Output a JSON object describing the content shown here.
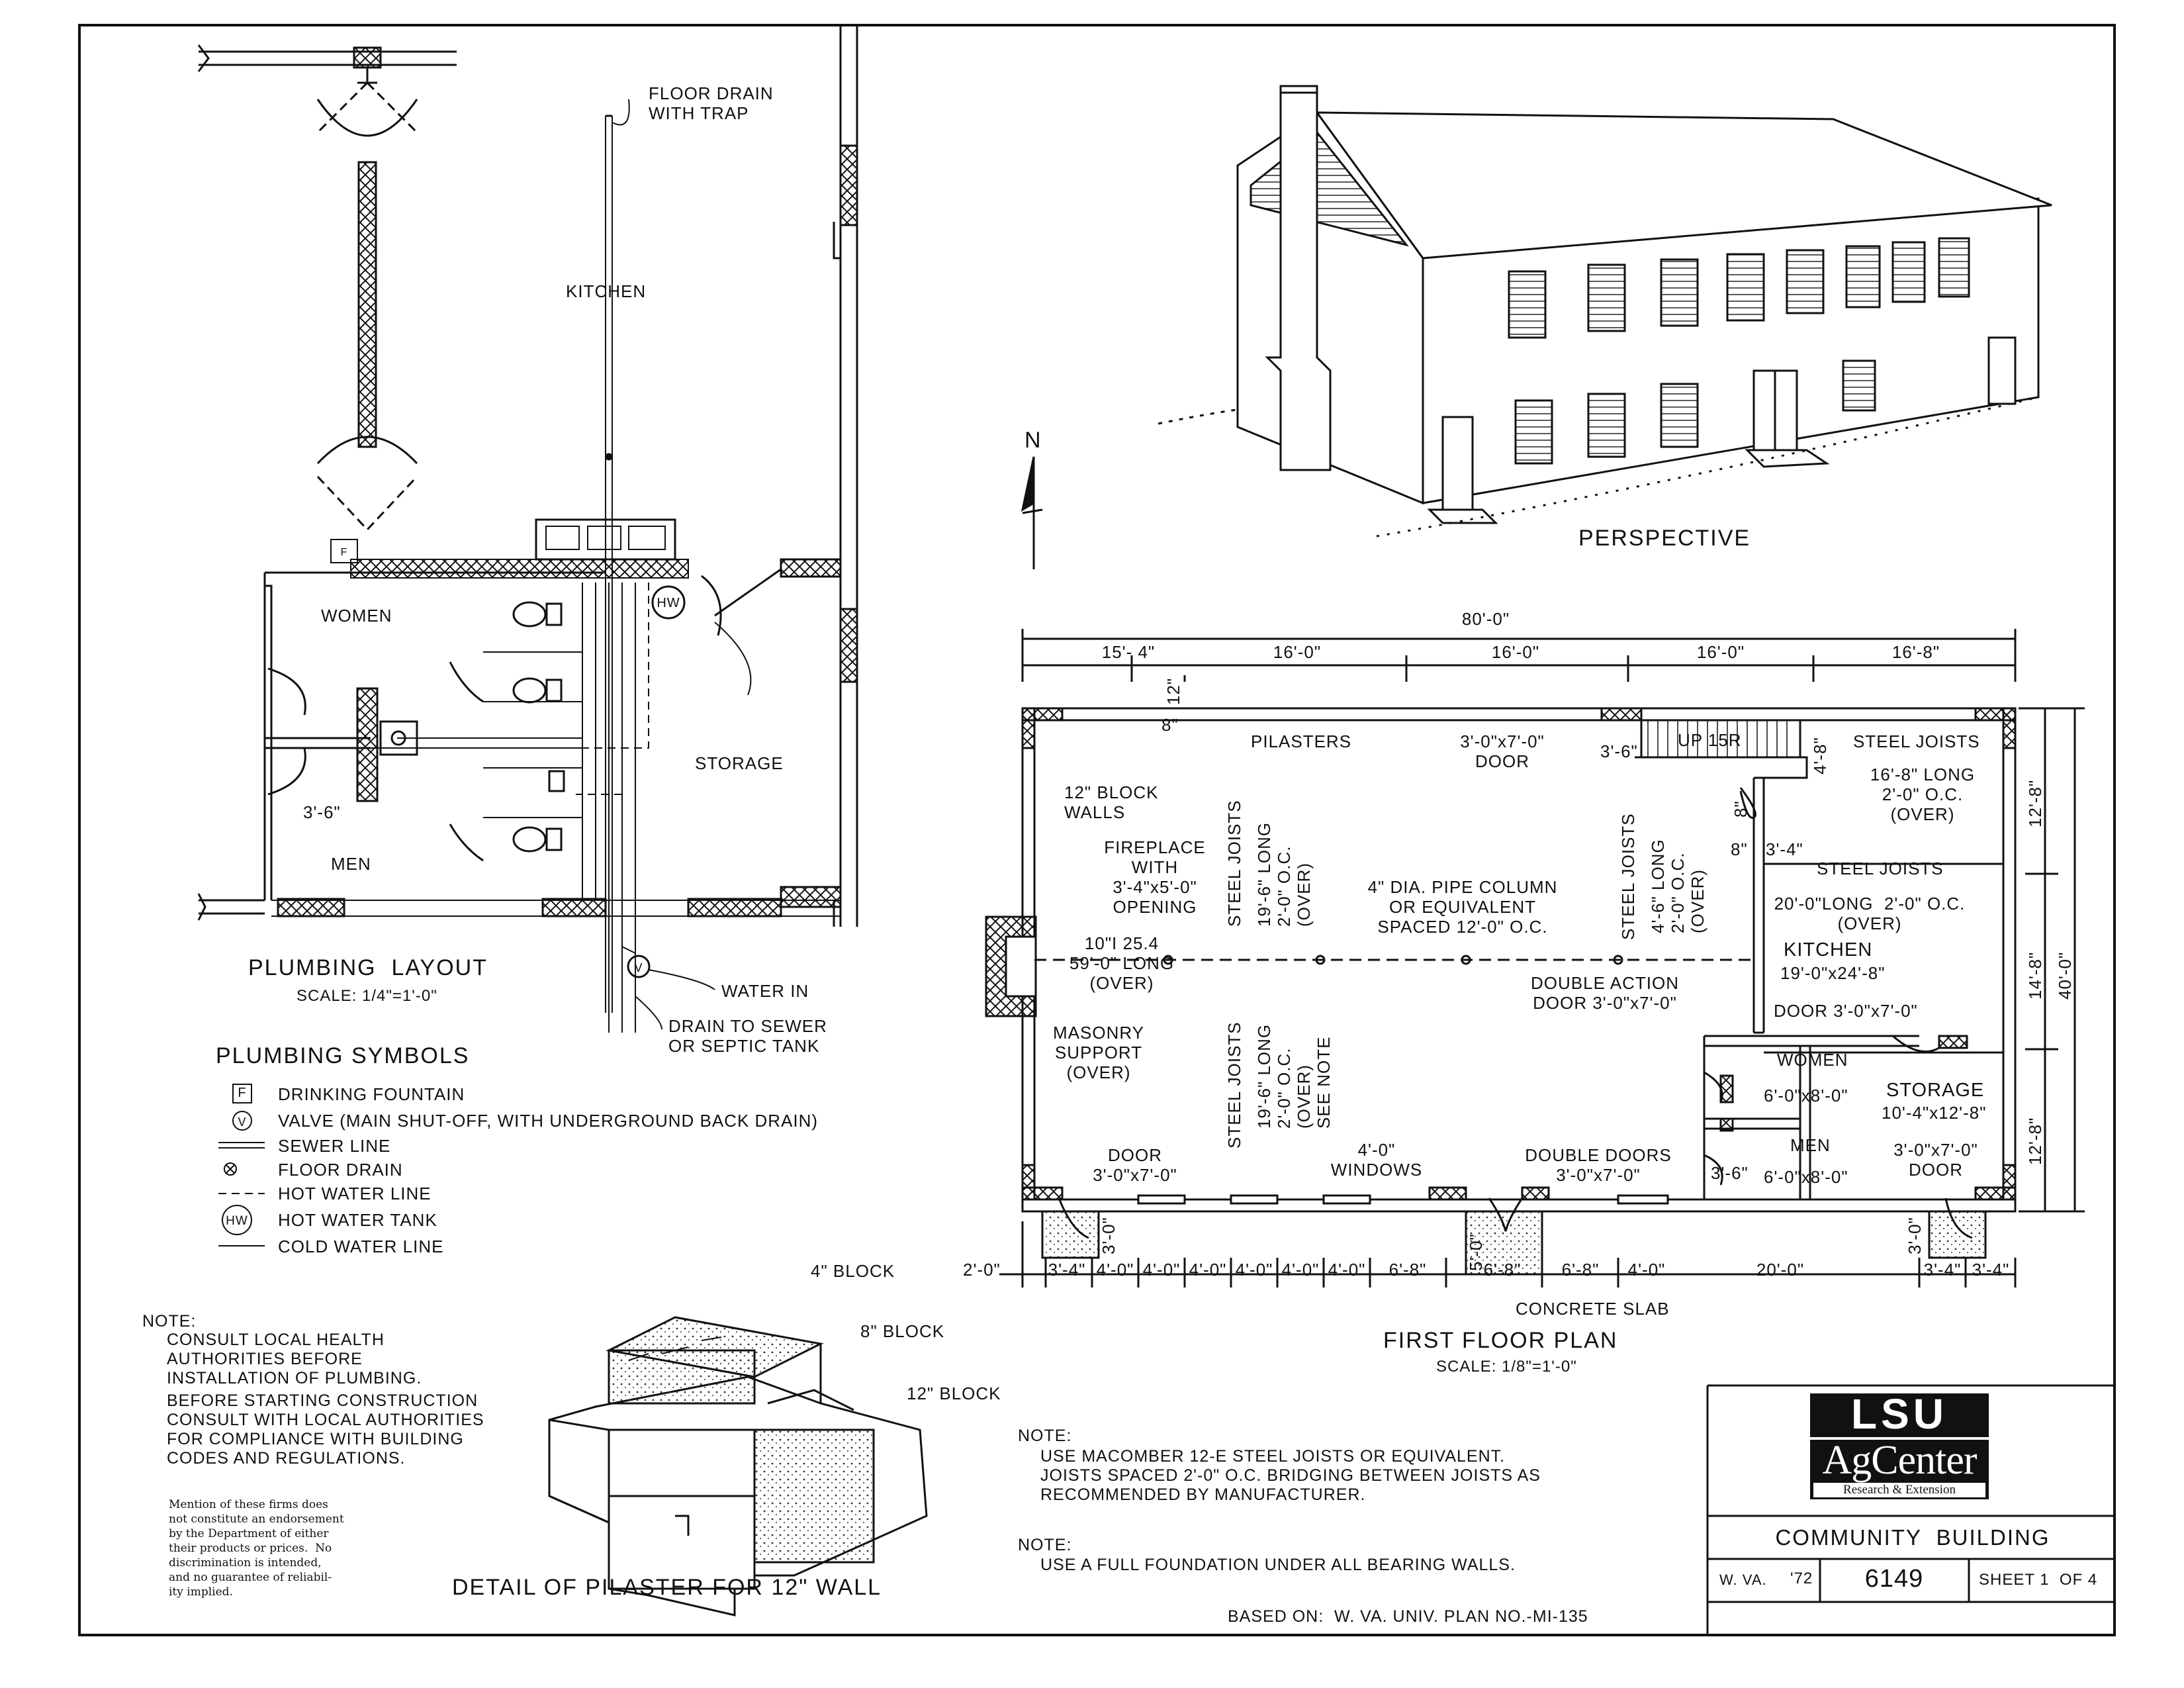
{
  "plumbing": {
    "title": "PLUMBING  LAYOUT",
    "scale": "SCALE: 1/4\"=1'-0\"",
    "rooms": {
      "kitchen": "KITCHEN",
      "women": "WOMEN",
      "men": "MEN",
      "storage": "STORAGE"
    },
    "callouts": {
      "floor_drain": "FLOOR DRAIN\nWITH TRAP",
      "water_in": "WATER IN",
      "drain": "DRAIN TO SEWER\nOR SEPTIC TANK",
      "dim_3_6": "3'-6\"",
      "hw": "HW",
      "v": "V",
      "fd": "F"
    }
  },
  "symbols": {
    "title": "PLUMBING SYMBOLS",
    "items": [
      {
        "glyph": "F",
        "label": "DRINKING FOUNTAIN"
      },
      {
        "glyph": "V",
        "label": "VALVE (MAIN SHUT-OFF, WITH UNDERGROUND BACK DRAIN)"
      },
      {
        "glyph": "",
        "label": "SEWER LINE"
      },
      {
        "glyph": "⊗",
        "label": "FLOOR DRAIN"
      },
      {
        "glyph": "",
        "label": "HOT WATER LINE"
      },
      {
        "glyph": "HW",
        "label": "HOT WATER TANK"
      },
      {
        "glyph": "",
        "label": "COLD WATER LINE"
      }
    ]
  },
  "plumbing_note": {
    "heading": "NOTE:",
    "p1": "CONSULT LOCAL HEALTH\nAUTHORITIES BEFORE\nINSTALLATION OF PLUMBING.",
    "p2": "BEFORE STARTING CONSTRUCTION\nCONSULT WITH LOCAL AUTHORITIES\nFOR COMPLIANCE WITH BUILDING\nCODES AND REGULATIONS."
  },
  "disclaimer": "Mention of these firms does\nnot constitute an endorsement\nby the Department of either\ntheir products or prices.  No\ndiscrimination is intended,\nand no guarantee of reliabil-\nity implied.",
  "pilaster": {
    "title": "DETAIL OF PILASTER FOR 12\" WALL",
    "b4": "4\" BLOCK",
    "b8": "8\" BLOCK",
    "b12": "12\" BLOCK"
  },
  "perspective": {
    "title": "PERSPECTIVE",
    "north": "N"
  },
  "plan": {
    "title": "FIRST FLOOR PLAN",
    "scale": "SCALE: 1/8\"=1'-0\"",
    "overall_width": "80'-0\"",
    "top_dims": [
      "15'- 4\"",
      "16'-0\"",
      "16'-0\"",
      "16'-0\"",
      "16'-8\""
    ],
    "bottom_dims": [
      "2'-0\"",
      "3'-4\"",
      "4'-0\"",
      "4'-0\"",
      "4'-0\"",
      "4'-0\"",
      "4'-0\"",
      "4'-0\"",
      "6'-8\"",
      "6'-8\"",
      "6'-8\"",
      "4'-0\"",
      "20'-0\"",
      "3'-4\"",
      "3'-4\""
    ],
    "right_dims": {
      "top": "12'-8\"",
      "mid": "14'-8\"",
      "bot": "12'-8\"",
      "overall": "40'-0\""
    },
    "labels": {
      "pilasters": "PILASTERS",
      "door_top": "3'-0\"x7'-0\"\nDOOR",
      "stair": "UP 15R",
      "d3_6": "3'-6\"",
      "d4_8": "4'-8\"",
      "d12": "12\"",
      "d8": "8\"",
      "d8b": "8\"",
      "d8c": "8\"",
      "d3_4": "3'-4\"",
      "steel_joists_1": "STEEL JOISTS",
      "steel_joists_1b": "16'-8\" LONG\n2'-0\" O.C.\n(OVER)",
      "steel_joists_2": "STEEL JOISTS",
      "steel_joists_2b": "20'-0\"LONG  2'-0\" O.C.\n(OVER)",
      "block_walls": "12\" BLOCK\nWALLS",
      "fireplace": "FIREPLACE\nWITH\n3'-4\"x5'-0\"\nOPENING",
      "beam": "10\"I 25.4\n59'-0\" LONG\n(OVER)",
      "pipe_col": "4\" DIA. PIPE COLUMN\nOR EQUIVALENT\nSPACED 12'-0\" O.C.",
      "masonry": "MASONRY\nSUPPORT\n(OVER)",
      "sj_v1": "STEEL JOISTS",
      "sj_v1b": "19'-6\" LONG\n2'-0\" O.C.\n(OVER)",
      "sj_v2": "STEEL JOISTS",
      "sj_v2b": "4'-6\" LONG\n2'-0\" O.C.\n(OVER)",
      "sj_v3": "STEEL JOISTS",
      "sj_v3b": "19'-6\" LONG\n2'-0\" O.C.\n(OVER)\nSEE NOTE",
      "double_action": "DOUBLE ACTION\nDOOR 3'-0\"x7'-0\"",
      "kitchen": "KITCHEN",
      "kitchen_dim": "19'-0\"x24'-8\"",
      "door_k": "DOOR 3'-0\"x7'-0\"",
      "women": "WOMEN",
      "women_dim": "6'-0\"x8'-0\"",
      "men": "MEN",
      "men_dim": "6'-0\"x8'-0\"",
      "d3_6b": "3'-6\"",
      "storage": "STORAGE",
      "storage_dim": "10'-4\"x12'-8\"",
      "storage_door": "3'-0\"x7'-0\"\nDOOR",
      "door_front": "DOOR\n3'-0\"x7'-0\"",
      "windows": "4'-0\"\nWINDOWS",
      "double_doors": "DOUBLE DOORS\n3'-0\"x7'-0\"",
      "d3_0": "3'-0\"",
      "d5_0": "5'-0\"",
      "d3_0b": "3'-0\"",
      "concrete": "CONCRETE SLAB"
    }
  },
  "notes": {
    "n1_head": "NOTE:",
    "n1": "USE MACOMBER 12-E STEEL JOISTS OR EQUIVALENT.\nJOISTS SPACED 2'-0\" O.C. BRIDGING BETWEEN JOISTS AS\nRECOMMENDED BY MANUFACTURER.",
    "n2_head": "NOTE:",
    "n2": "USE A FULL FOUNDATION UNDER ALL BEARING WALLS.",
    "based_on": "BASED ON:  W. VA. UNIV. PLAN NO.-MI-135"
  },
  "titleblock": {
    "logo_top": "LSU",
    "logo_mid": "AgCenter",
    "logo_sub": "Research & Extension",
    "name": "COMMUNITY  BUILDING",
    "state": "W. VA.",
    "year": "'72",
    "plan_no": "6149",
    "sheet": "SHEET 1  OF 4"
  }
}
